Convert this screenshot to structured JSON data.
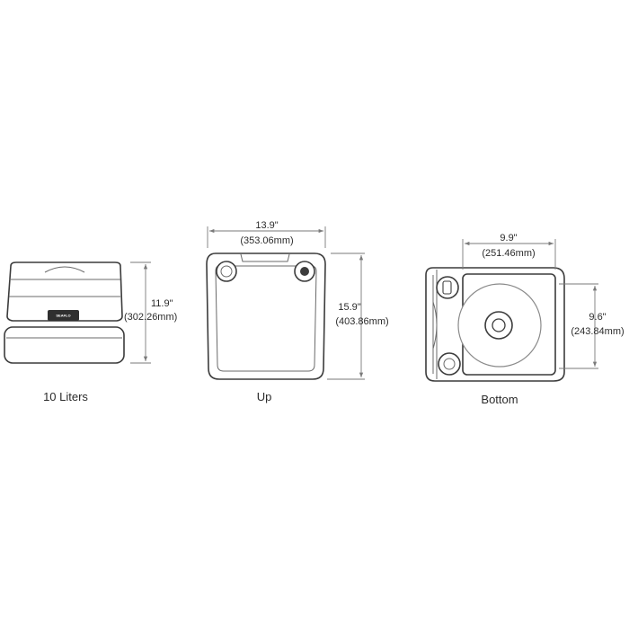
{
  "views": {
    "side": {
      "caption": "10 Liters",
      "logo_text": "SEAFLO",
      "height_in": "11.9\"",
      "height_mm": "(302.26mm)"
    },
    "up": {
      "caption": "Up",
      "width_in": "13.9\"",
      "width_mm": "(353.06mm)",
      "height_in": "15.9\"",
      "height_mm": "(403.86mm)"
    },
    "bottom": {
      "caption": "Bottom",
      "width_in": "9.9\"",
      "width_mm": "(251.46mm)",
      "height_in": "9.6\"",
      "height_mm": "(243.84mm)"
    }
  },
  "colors": {
    "outline": "#3c3c3c",
    "dimension_line": "#7a7a7a",
    "text": "#2b2b2b"
  }
}
